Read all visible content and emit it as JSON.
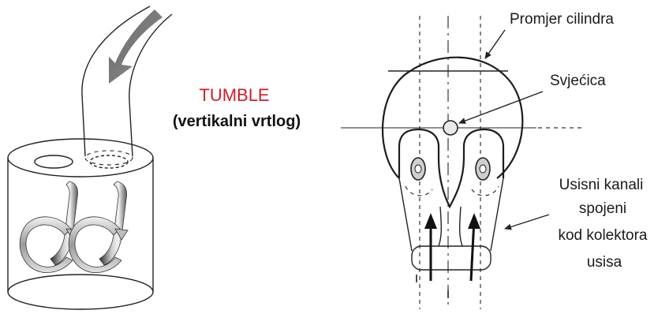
{
  "title": {
    "main": "TUMBLE",
    "subtitle": "(vertikalni vrtlog)",
    "main_color": "#d0202a"
  },
  "labels": {
    "cylinder_diameter": "Promjer cilindra",
    "spark_plug": "Svjećica",
    "intake_line1": "Usisni kanali",
    "intake_line2": "spojeni",
    "intake_line3": "kod kolektora",
    "intake_line4": "usisa"
  },
  "icons": [
    "flow-arrow-icon",
    "swirl-ribbon-icon",
    "spark-plug-icon",
    "intake-arrow-icon"
  ]
}
